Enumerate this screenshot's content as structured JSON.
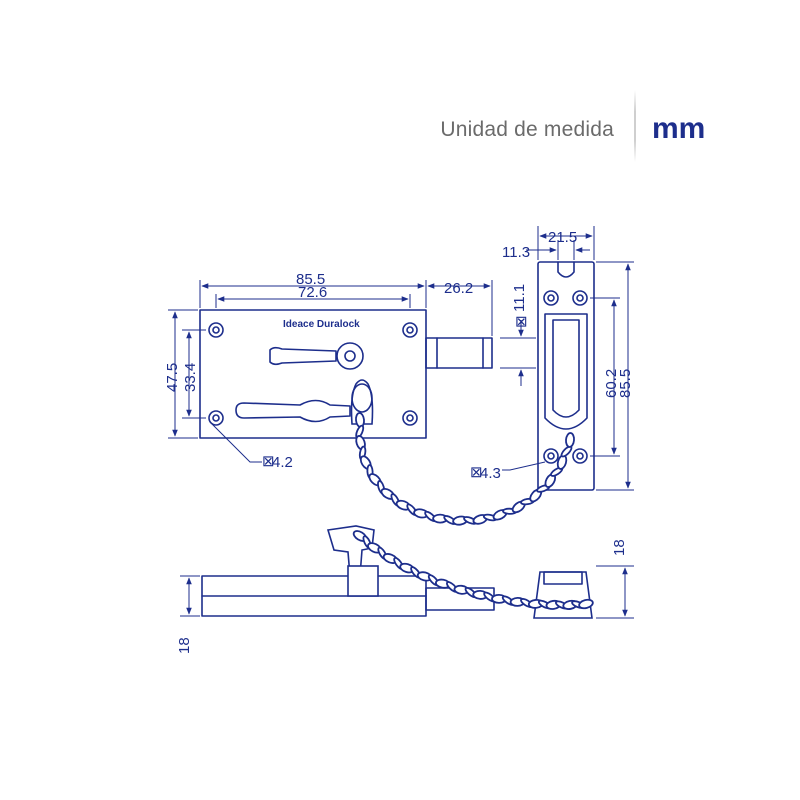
{
  "header": {
    "unit_label": "Unidad de medida",
    "unit_value": "mm"
  },
  "latch": {
    "brand": "Ideace Duralock",
    "dims": {
      "width_total": "85.5",
      "width_holes": "72.6",
      "bolt_length": "26.2",
      "height_total": "47.5",
      "height_holes": "33.4",
      "hole_diameter": "4.2"
    }
  },
  "keeper": {
    "dims": {
      "width": "21.5",
      "slot_width": "11.3",
      "bolt_offset": "11.1",
      "height_holes": "60.2",
      "height_total": "85.5",
      "hole_diameter": "4.3"
    }
  },
  "side_view": {
    "dims": {
      "latch_depth": "18",
      "keeper_depth": "18"
    }
  },
  "colors": {
    "line": "#1d2e8c",
    "unit_label": "#6b6b6b"
  }
}
